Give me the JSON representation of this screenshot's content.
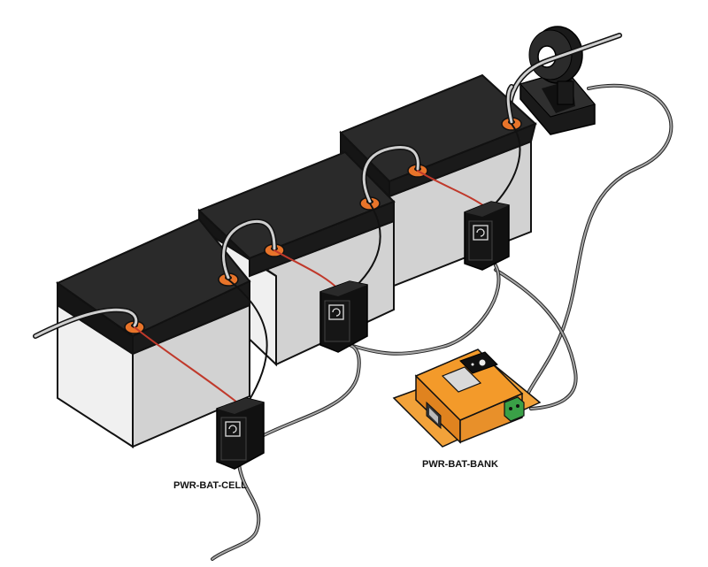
{
  "labels": {
    "cell_module": "PWR-BAT-CELL",
    "bank_module": "PWR-BAT-BANK"
  },
  "components": {
    "batteries": [
      {
        "name": "battery-1",
        "sensor": "cell-module-1"
      },
      {
        "name": "battery-2",
        "sensor": "cell-module-2"
      },
      {
        "name": "battery-3",
        "sensor": "cell-module-3"
      }
    ],
    "current_sensor": "current-transformer",
    "bank_unit": "bank-module"
  },
  "colors": {
    "battery_top": "#222222",
    "battery_body": "#e6e6e6",
    "terminal": "#e8742a",
    "module_body": "#1c1c1c",
    "bank_box": "#f39a2a",
    "bank_pad": "#f2a23a",
    "connector": "#3aa047",
    "cable": "#9a9a9a",
    "lead_red": "#c0392b"
  },
  "icons": {
    "module_face": "cycle-icon",
    "bank_port": "rj45-port-icon",
    "bank_terminal": "screw-terminal-icon"
  }
}
